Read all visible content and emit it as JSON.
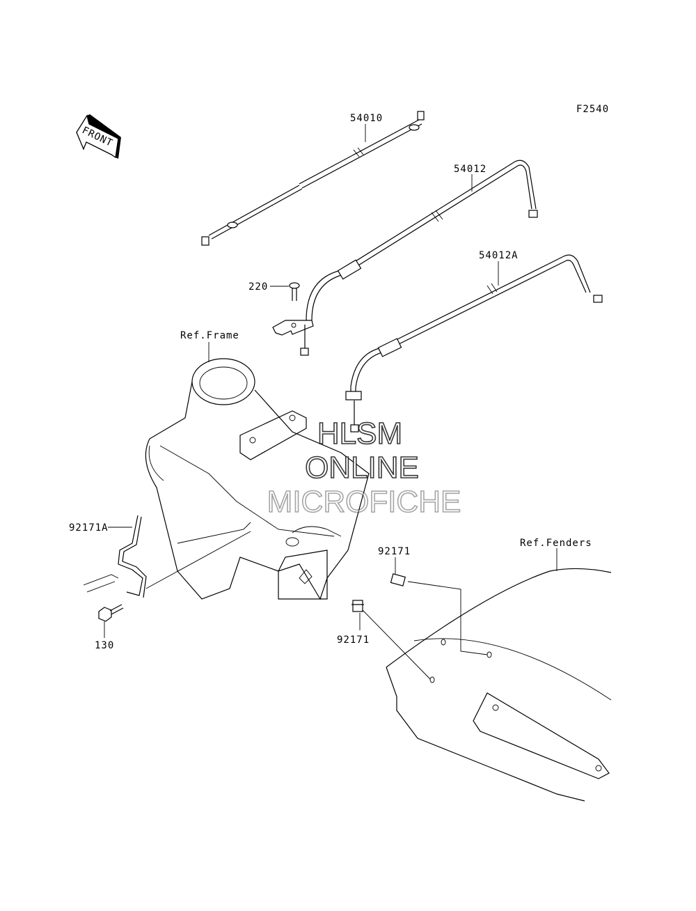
{
  "diagram": {
    "code": "F2540",
    "front_arrow": "FRONT",
    "refs": {
      "frame": "Ref.Frame",
      "fenders": "Ref.Fenders"
    },
    "parts": [
      {
        "number": "54010"
      },
      {
        "number": "54012"
      },
      {
        "number": "54012A"
      },
      {
        "number": "220"
      },
      {
        "number": "92171A"
      },
      {
        "number": "130"
      },
      {
        "number": "92171"
      },
      {
        "number": "92171"
      }
    ],
    "watermark": [
      "HLSM",
      "ONLINE",
      "MICROFICHE"
    ]
  }
}
